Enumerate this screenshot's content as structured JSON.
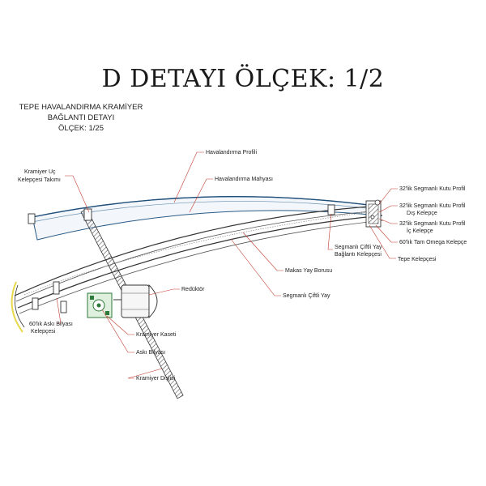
{
  "title": "D DETAYI ÖLÇEK: 1/2",
  "subtitle": {
    "line1": "TEPE HAVALANDIRMA KRAMİYER",
    "line2": "BAĞLANTI DETAYI",
    "line3": "ÖLÇEK: 1/25"
  },
  "labels": {
    "havalandirma_profili": "Havalandırma Profili",
    "havalandirma_mahyasi": "Havalandırma Mahyası",
    "kramiyer_uc_1": "Kramiyer Uç",
    "kramiyer_uc_2": "Kelepçesi Takımı",
    "kutu_profil": "32'lik Segmanlı Kutu Profil",
    "dis_kelepce_1": "32'lik Segmanlı Kutu Profil",
    "dis_kelepce_2": "Dış Kelepçe",
    "ic_kelepce_1": "32'lik Segmanlı Kutu Profil",
    "ic_kelepce_2": "İç Kelepçe",
    "omega": "60'lık Tam Omega Kelepçe",
    "tepe_kelepcesi": "Tepe Kelepçesi",
    "ciftli_yay_baglanti_1": "Segmanlı Çiftli Yay",
    "ciftli_yay_baglanti_2": "Bağlantı Kelepçesi",
    "makas_yay": "Makas Yay Borusu",
    "segmanli_ciftli_yay": "Segmanlı Çiftli Yay",
    "reduktor": "Redüktör",
    "aski_bilyasi_kelepcesi_1": "60'lık Askı Bilyası",
    "aski_bilyasi_kelepcesi_2": "Kelepçesi",
    "kramiyer_kaseti": "Kramiyer Kaseti",
    "aski_bilyasi": "Askı Bilyası",
    "kramiyer_dislisi": "Kramiyer Dişlisi"
  }
}
